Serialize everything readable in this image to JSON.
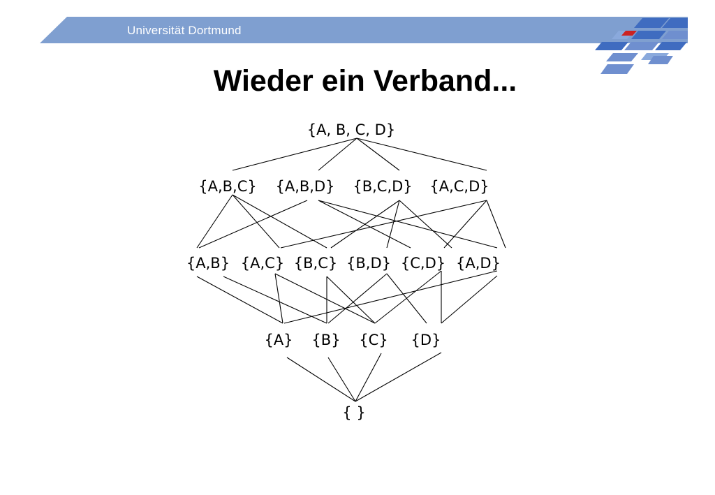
{
  "header": {
    "university": "Universität Dortmund",
    "band_color": "#7f9fd0",
    "logo_colors": [
      "#3f6cc0",
      "#6f8fcf",
      "#cc2222"
    ]
  },
  "slide": {
    "title": "Wieder ein Verband..."
  },
  "lattice": {
    "nodes": [
      {
        "id": "ABCD",
        "label": "{A, B, C, D}"
      },
      {
        "id": "ABC",
        "label": "{A,B,C}"
      },
      {
        "id": "ABD",
        "label": "{A,B,D}"
      },
      {
        "id": "BCD",
        "label": "{B,C,D}"
      },
      {
        "id": "ACD",
        "label": "{A,C,D}"
      },
      {
        "id": "AB",
        "label": "{A,B}"
      },
      {
        "id": "AC",
        "label": "{A,C}"
      },
      {
        "id": "BC",
        "label": "{B,C}"
      },
      {
        "id": "BD",
        "label": "{B,D}"
      },
      {
        "id": "CD",
        "label": "{C,D}"
      },
      {
        "id": "AD",
        "label": "{A,D}"
      },
      {
        "id": "A",
        "label": "{A}"
      },
      {
        "id": "B",
        "label": "{B}"
      },
      {
        "id": "C",
        "label": "{C}"
      },
      {
        "id": "D",
        "label": "{D}"
      },
      {
        "id": "EMPTY",
        "label": "{ }"
      }
    ]
  }
}
